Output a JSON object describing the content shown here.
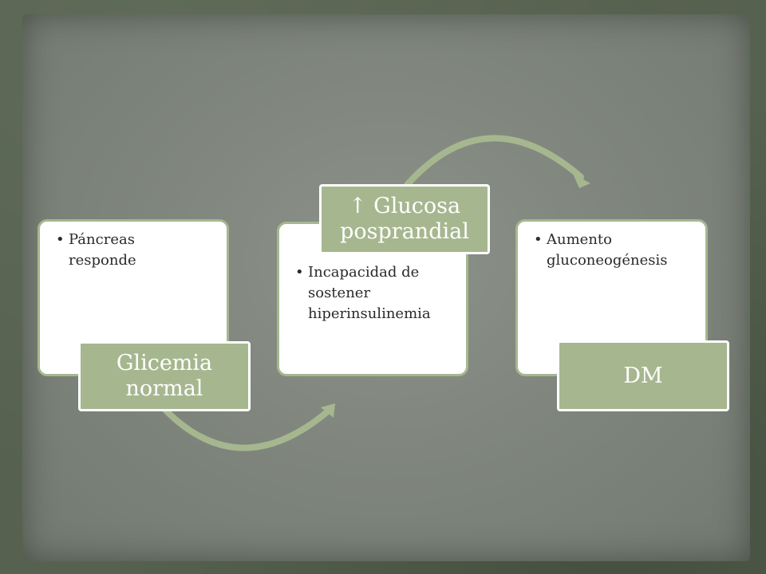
{
  "colors": {
    "card_border": "#a6b78f",
    "tag_fill": "#a6b78f",
    "arrow": "#a6b78f",
    "text": "#2a2a2a"
  },
  "steps": [
    {
      "bullet": "Páncreas responde",
      "label_line1": "Glicemia",
      "label_line2": "normal"
    },
    {
      "bullet": "Incapacidad de sostener hiperinsulinemia",
      "label_line1": "↑ Glucosa",
      "label_line2": "posprandial"
    },
    {
      "bullet": "Aumento gluconeogénesis",
      "label_line1": "DM",
      "label_line2": ""
    }
  ]
}
